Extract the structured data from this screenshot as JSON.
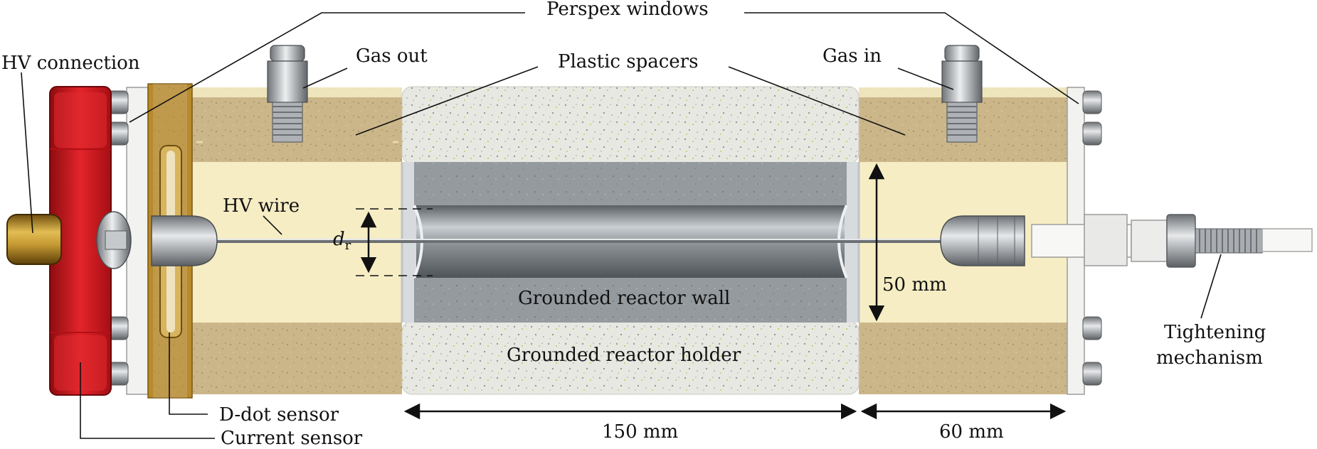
{
  "labels": {
    "perspex_windows": "Perspex windows",
    "hv_connection": "HV connection",
    "gas_out": "Gas out",
    "plastic_spacers": "Plastic spacers",
    "gas_in": "Gas in",
    "hv_wire": "HV wire",
    "dr_main": "d",
    "dr_sub": "r",
    "grounded_wall": "Grounded reactor wall",
    "grounded_holder": "Grounded reactor holder",
    "diameter": "50 mm",
    "tightening_1": "Tightening",
    "tightening_2": "mechanism",
    "ddot_sensor": "D-dot sensor",
    "current_sensor": "Current sensor",
    "len_reactor": "150 mm",
    "len_spacer": "60 mm"
  },
  "colors": {
    "connector_red": "#d8141b",
    "brass": "#b8892a",
    "spacer_tan": "#c9b489",
    "perspex_cream": "#f5ecc2",
    "holder_speckle": "#e6e6e1",
    "wall_grey": "#8d9297",
    "steel": "#b8bcc0",
    "outline": "#111111"
  }
}
